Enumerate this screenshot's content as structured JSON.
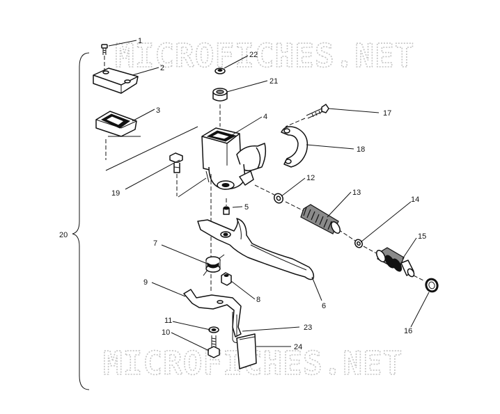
{
  "watermark": "MICROFICHES.NET",
  "bracket_label": "20",
  "parts": [
    {
      "id": "1",
      "name": "screw"
    },
    {
      "id": "2",
      "name": "reservoir-cover"
    },
    {
      "id": "3",
      "name": "diaphragm"
    },
    {
      "id": "4",
      "name": "master-cylinder-body"
    },
    {
      "id": "5",
      "name": "pivot-bushing"
    },
    {
      "id": "6",
      "name": "brake-lever"
    },
    {
      "id": "7",
      "name": "spring"
    },
    {
      "id": "8",
      "name": "nut"
    },
    {
      "id": "9",
      "name": "switch-bracket"
    },
    {
      "id": "10",
      "name": "bolt"
    },
    {
      "id": "11",
      "name": "washer"
    },
    {
      "id": "12",
      "name": "washer"
    },
    {
      "id": "13",
      "name": "boot"
    },
    {
      "id": "14",
      "name": "washer"
    },
    {
      "id": "15",
      "name": "piston"
    },
    {
      "id": "16",
      "name": "snap-ring"
    },
    {
      "id": "17",
      "name": "clamp-bolt"
    },
    {
      "id": "18",
      "name": "clamp"
    },
    {
      "id": "19",
      "name": "pivot-bolt"
    },
    {
      "id": "21",
      "name": "boot-cap"
    },
    {
      "id": "22",
      "name": "nut"
    },
    {
      "id": "23",
      "name": "switch-wire"
    },
    {
      "id": "24",
      "name": "brake-switch"
    }
  ]
}
